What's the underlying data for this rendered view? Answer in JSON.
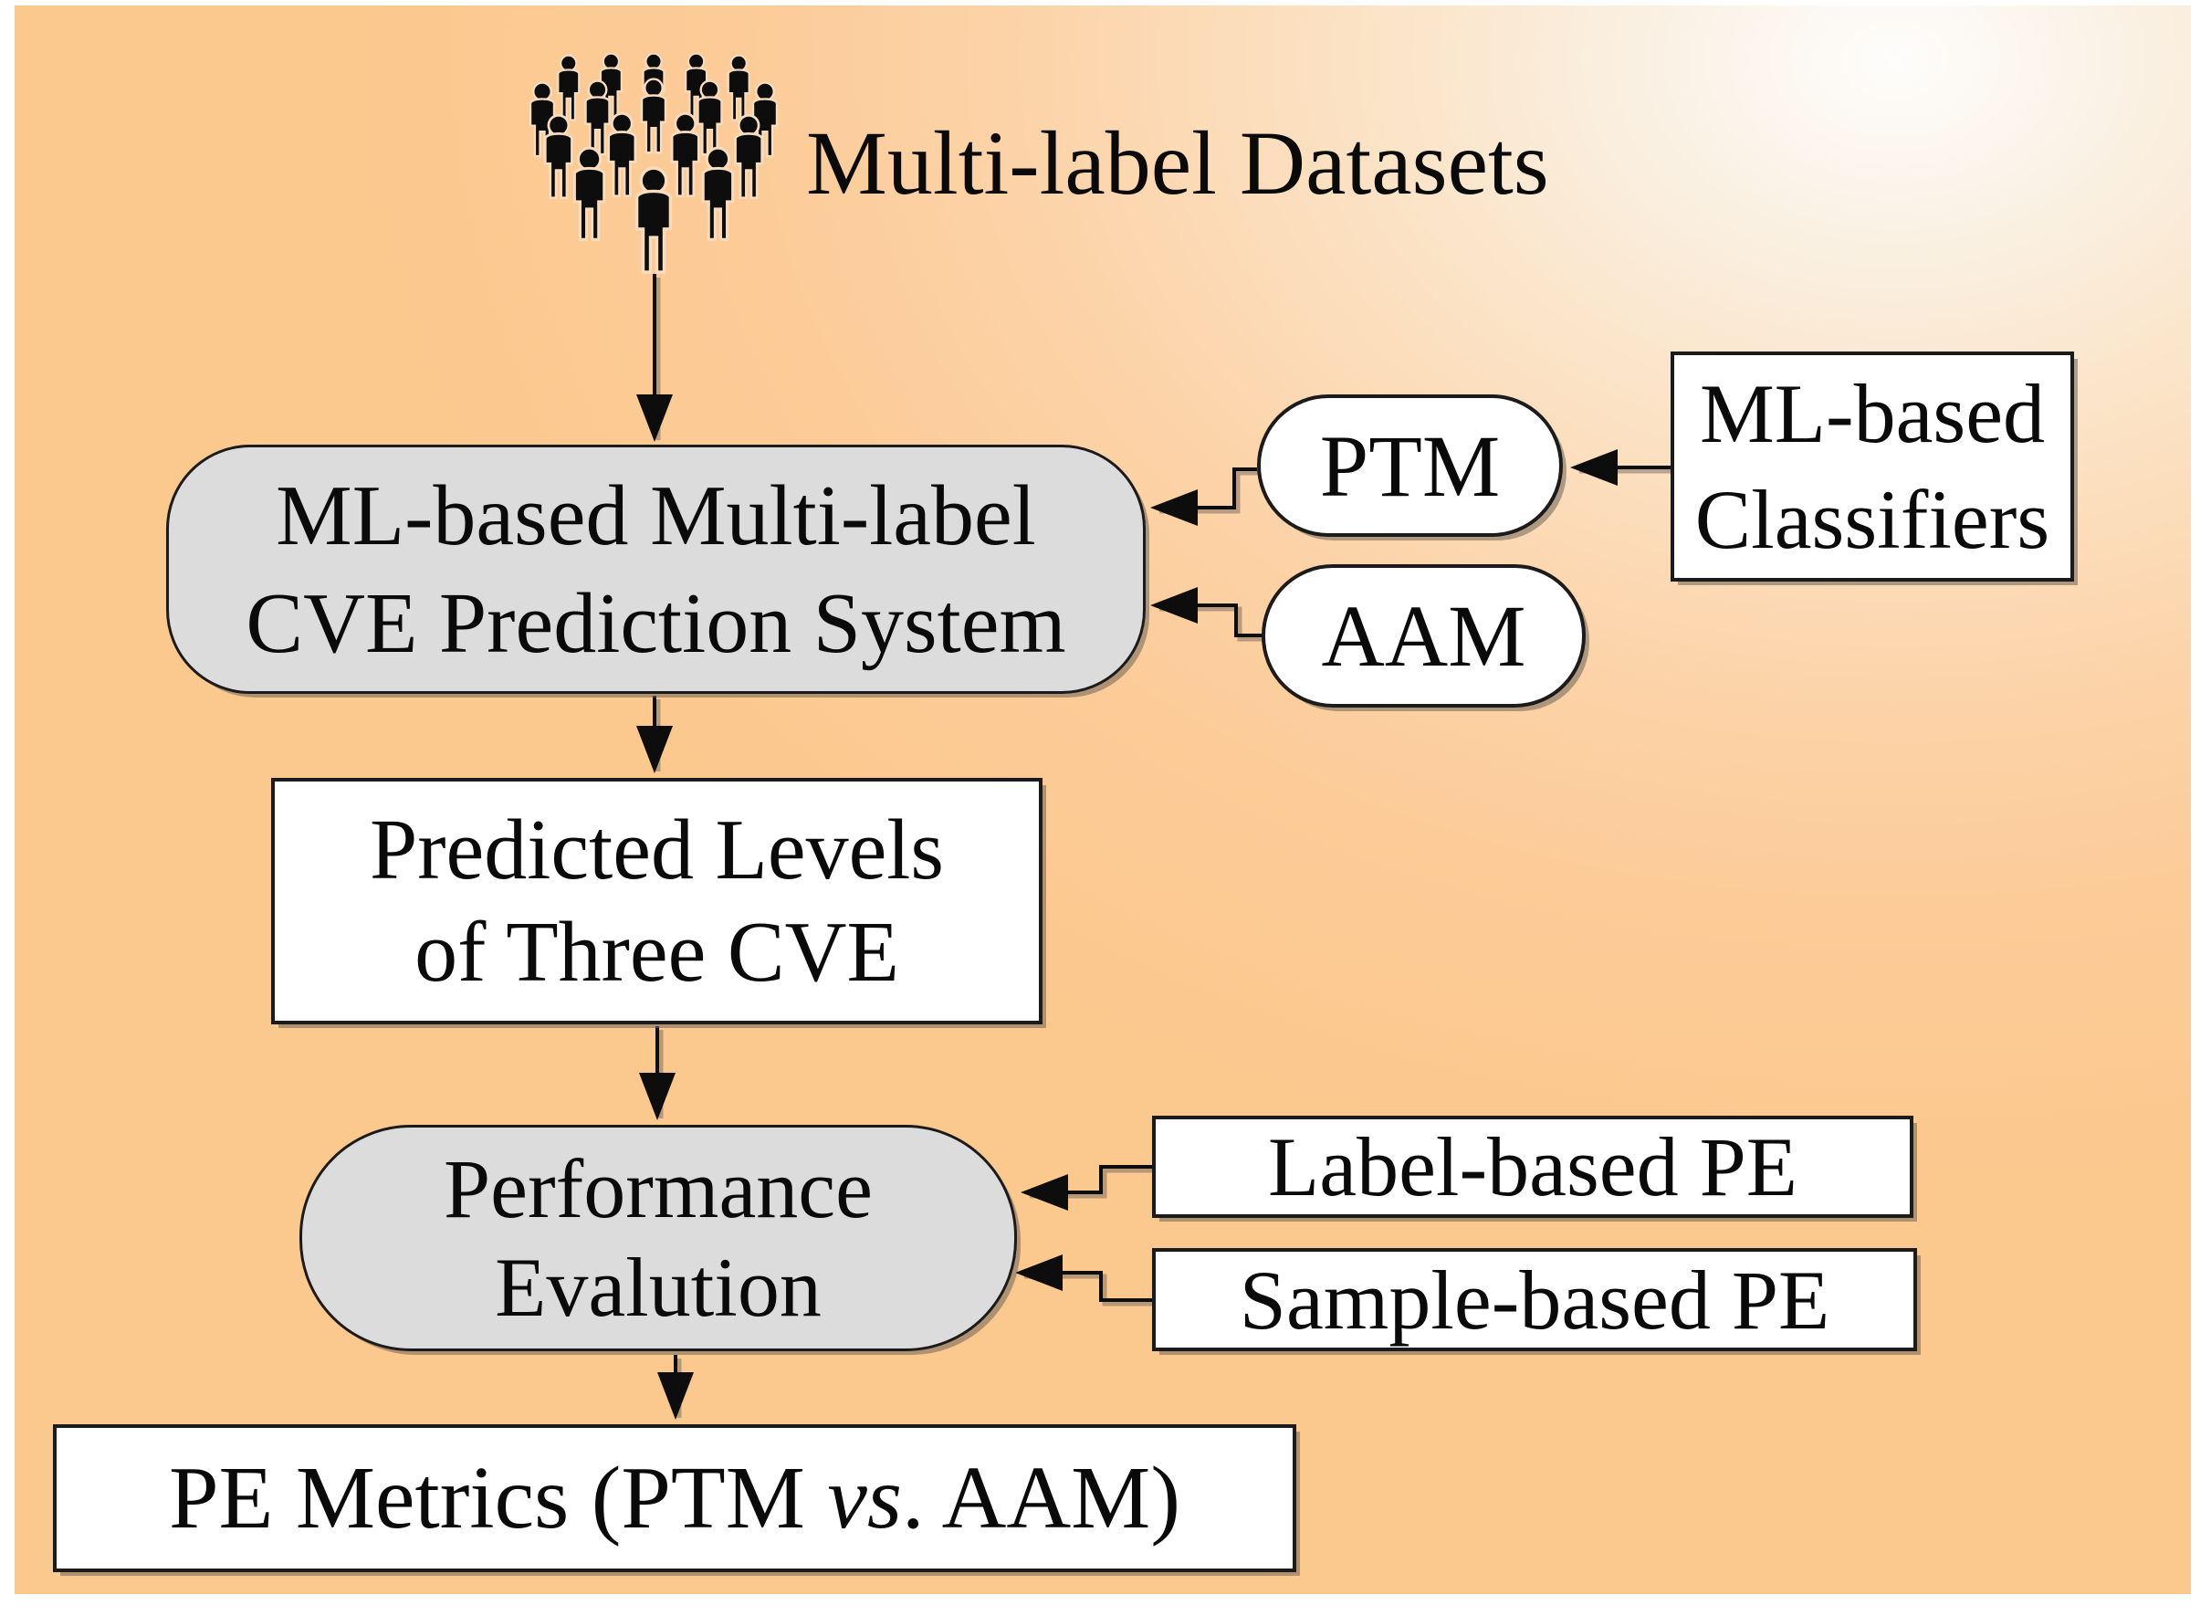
{
  "figure": {
    "datasets_label": "Multi-label Datasets",
    "system": {
      "line1": "ML-based Multi-label",
      "line2": "CVE Prediction System"
    },
    "ptm_label": "PTM",
    "aam_label": "AAM",
    "classifiers": {
      "line1": "ML-based",
      "line2": "Classifiers"
    },
    "predicted": {
      "line1": "Predicted Levels",
      "line2": "of Three CVE"
    },
    "performance": {
      "line1": "Performance",
      "line2": "Evalution"
    },
    "label_pe_label": "Label-based PE",
    "sample_pe_label": "Sample-based PE",
    "metrics": {
      "prefix": "PE Metrics (PTM ",
      "vs": "vs",
      "suffix": ". AAM)"
    },
    "icons": {
      "crowd": "crowd-icon"
    },
    "colors": {
      "background_orange": "#fbc88e",
      "background_light": "#fefdfc",
      "node_gray": "#dcdcdc",
      "node_white": "#ffffff",
      "border_black": "#1b1b1b",
      "connector_black": "#0d0d0d"
    }
  }
}
